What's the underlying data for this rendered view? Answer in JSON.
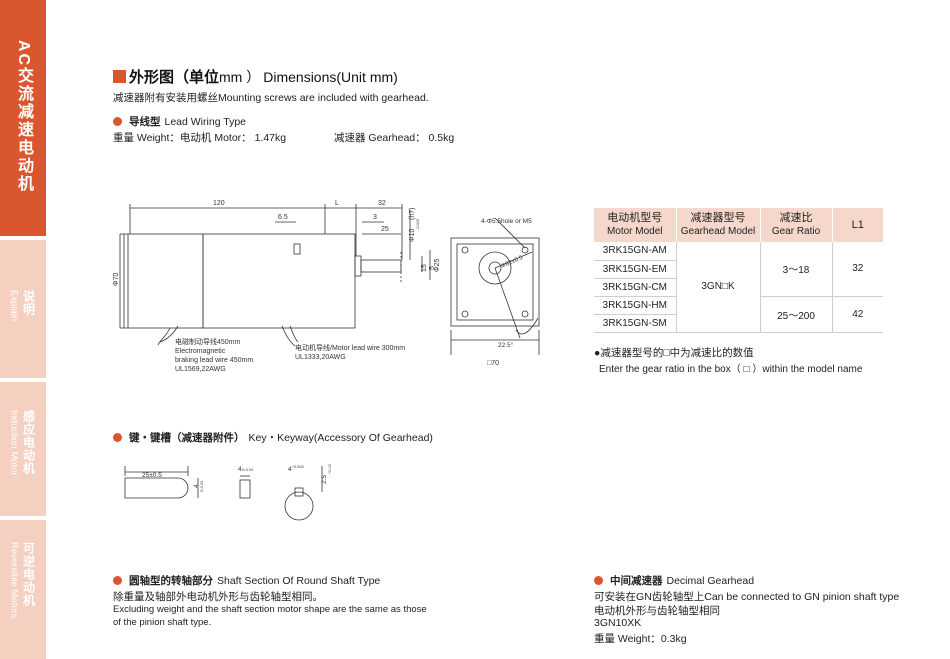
{
  "sidebar": {
    "tabs": [
      {
        "zh": "AC交流减速电动机",
        "en": ""
      },
      {
        "zh": "说明",
        "en": "Explain"
      },
      {
        "zh": "感应电动机",
        "en": "Induction Motor"
      },
      {
        "zh": "可逆电动机",
        "en": "Reversible Motors"
      }
    ]
  },
  "header": {
    "title_zh": "外形图（单位",
    "title_unit": " mm ）",
    "title_en": "Dimensions(Unit mm)",
    "subtitle": "减速器附有安装用螺丝Mounting screws are included with gearhead."
  },
  "lead_wiring": {
    "zh": "导线型",
    "en": "Lead Wiring Type",
    "weight": "重量 Weight：电动机 Motor： 1.47kg",
    "gearhead_weight": "减速器 Gearhead： 0.5kg"
  },
  "drawing": {
    "dims": {
      "d120": "120",
      "dL": "L",
      "d32": "32",
      "d65": "6.5",
      "d3": "3",
      "d25": "25",
      "phi70": "Φ70",
      "phi10": "Φ10",
      "phi10_tol": "-0.015",
      "phi10_fit": "(h7)",
      "d15": "15",
      "d5": "5",
      "phi25": "Φ25",
      "holes": "4-Φ5.5hole or M5",
      "pcd": "Φ82±0.5",
      "angle": "22.5°",
      "sq70": "□70"
    },
    "label_brake_zh": "电磁制动导线450mm",
    "label_brake_en1": "Electromagnetic",
    "label_brake_en2": "braking lead wire 450mm",
    "label_brake_ul": "UL1569,22AWG",
    "label_motor_zh": "电动机导线/Motor lead wire 300mm",
    "label_motor_ul": "UL1333,20AWG"
  },
  "table": {
    "headers": [
      {
        "zh": "电动机型号",
        "en": "Motor Model"
      },
      {
        "zh": "减速器型号",
        "en": "Gearhead Model"
      },
      {
        "zh": "减速比",
        "en": "Gear Ratio"
      },
      {
        "zh": "L1",
        "en": ""
      }
    ],
    "motors": [
      "3RK15GN-AM",
      "3RK15GN-EM",
      "3RK15GN-CM",
      "3RK15GN-HM",
      "3RK15GN-SM"
    ],
    "gearhead": "3GN□K",
    "ratios": [
      {
        "ratio": "3～18",
        "l1": "32"
      },
      {
        "ratio": "25～200",
        "l1": "42"
      }
    ]
  },
  "notes": {
    "note1": "●减速器型号的□中为减速比的数值",
    "note2": "Enter the gear ratio in the box（ □ ）within the model name"
  },
  "keyway": {
    "zh": "键・键槽（减速器附件）",
    "en": "Key・Keyway(Accessory Of Gearhead)",
    "dim_len": "25±0.5",
    "dim_h": "4",
    "dim_h_tol": "0/-0.03",
    "dim_w": "4",
    "dim_w_tol": "0/-0.03",
    "dim_slot": "4",
    "dim_slot_tol": "+0.04/0",
    "dim_depth": "2.5",
    "dim_depth_tol": "+0.1/0"
  },
  "round_shaft": {
    "zh": "圆轴型的转轴部分",
    "en": "Shaft Section Of Round Shaft Type",
    "line1": "除重量及轴部外电动机外形与齿轮轴型相同。",
    "line2": "Excluding weight and the shaft section motor shape are the same as those",
    "line3": "of the pinion shaft type."
  },
  "decimal": {
    "zh": "中间减速器",
    "en": "Decimal Gearhead",
    "line1": "可安装在GN齿轮轴型上Can be connected to GN pinion shaft type",
    "line2": "电动机外形与齿轮轴型相同",
    "model": "3GN10XK",
    "weight": "重量 Weight：0.3kg"
  },
  "colors": {
    "accent": "#d9562e",
    "nav_inactive": "#f5cfc0",
    "table_header": "#f6d7cb"
  }
}
